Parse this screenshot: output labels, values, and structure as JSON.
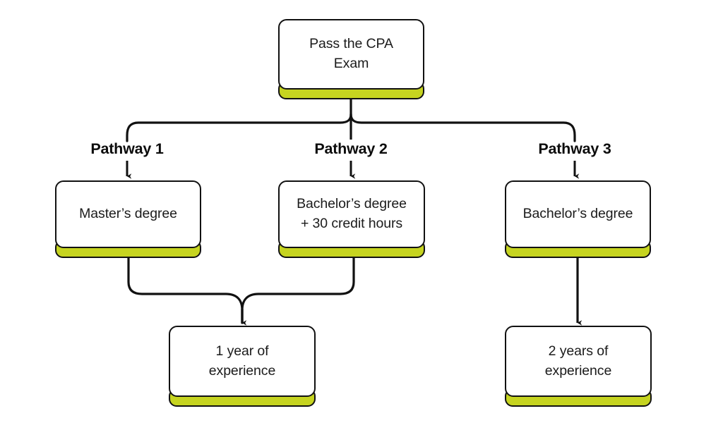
{
  "diagram": {
    "title": "CPA licensure pathways flowchart",
    "type": "flowchart",
    "background_color": "#ffffff",
    "accent_color": "#c6d420",
    "line_color": "#111111",
    "text_color": "#1b1b1b"
  },
  "nodes": {
    "root": {
      "id": "pass-cpa-exam",
      "label": "Pass the CPA\nExam",
      "accent": "#c6d420"
    },
    "master_degree": {
      "id": "masters-degree",
      "label": "Master’s degree",
      "accent": "#c6d420"
    },
    "bachelor_plus_credits": {
      "id": "bachelors-degree-plus-30-credit-hours",
      "label": "Bachelor’s degree\n+ 30 credit hours",
      "accent": "#c6d420"
    },
    "bachelor_degree": {
      "id": "bachelors-degree",
      "label": "Bachelor’s degree",
      "accent": "#c6d420"
    },
    "one_year_experience": {
      "id": "one-year-of-experience",
      "label": "1 year of\nexperience",
      "accent": "#c6d420"
    },
    "two_years_experience": {
      "id": "two-years-of-experience",
      "label": "2 years of\nexperience",
      "accent": "#c6d420"
    }
  },
  "pathways": [
    {
      "id": "pathway-1",
      "label": "Pathway 1"
    },
    {
      "id": "pathway-2",
      "label": "Pathway 2"
    },
    {
      "id": "pathway-3",
      "label": "Pathway 3"
    }
  ],
  "edges": [
    {
      "id": "root-to-pathway-1",
      "from": "pass-cpa-exam",
      "to": "pathway-1",
      "style": "elbow-curved"
    },
    {
      "id": "root-to-pathway-2",
      "from": "pass-cpa-exam",
      "to": "pathway-2",
      "style": "straight"
    },
    {
      "id": "root-to-pathway-3",
      "from": "pass-cpa-exam",
      "to": "pathway-3",
      "style": "elbow-curved"
    },
    {
      "id": "pathway-1-to-masters",
      "from": "pathway-1",
      "to": "masters-degree",
      "style": "arrow-down"
    },
    {
      "id": "pathway-2-to-bachelors-plus",
      "from": "pathway-2",
      "to": "bachelors-degree-plus-30-credit-hours",
      "style": "arrow-down"
    },
    {
      "id": "pathway-3-to-bachelors",
      "from": "pathway-3",
      "to": "bachelors-degree",
      "style": "arrow-down"
    },
    {
      "id": "masters-to-one-year",
      "from": "masters-degree",
      "to": "one-year-of-experience",
      "style": "merge-curved-arrow"
    },
    {
      "id": "bachelors-plus-to-one-year",
      "from": "bachelors-degree-plus-30-credit-hours",
      "to": "one-year-of-experience",
      "style": "merge-curved-arrow"
    },
    {
      "id": "bachelors-to-two-years",
      "from": "bachelors-degree",
      "to": "two-years-of-experience",
      "style": "arrow-down"
    }
  ]
}
